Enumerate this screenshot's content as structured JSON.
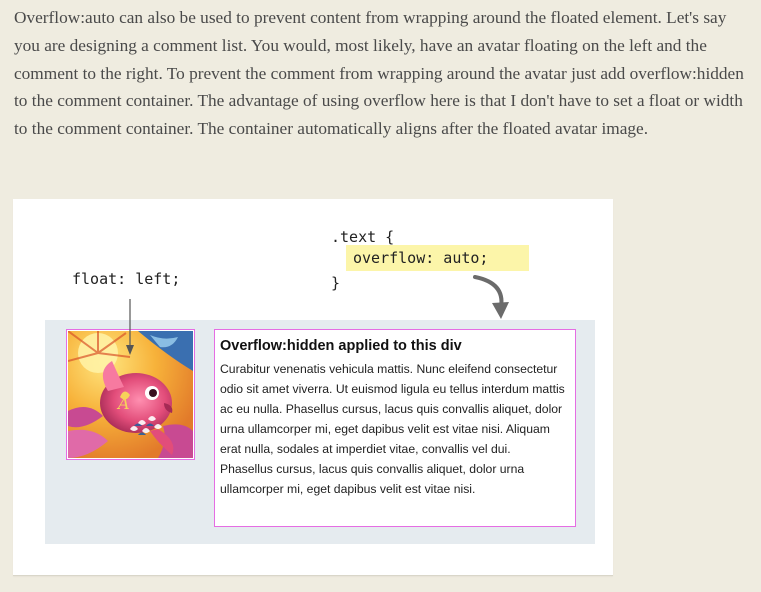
{
  "intro": {
    "text": "Overflow:auto can also be used to prevent content from wrapping around the floated element. Let's say you are designing a comment list. You would, most likely, have an avatar floating on the left and the comment to the right. To prevent the comment from wrapping around the avatar just add overflow:hidden to the comment container. The advantage of using overflow here is that I don't have to set a float or width to the comment container. The container automatically aligns after the floated avatar image."
  },
  "figure": {
    "float_code": "float: left;",
    "selector_code": ".text {",
    "overflow_code": "overflow: auto;",
    "brace_close": "}",
    "comment_title": "Overflow:hidden applied to this div",
    "comment_body": "Curabitur venenatis vehicula mattis. Nunc eleifend consectetur odio sit amet viverra. Ut euismod ligula eu tellus interdum mattis ac eu nulla. Phasellus cursus, lacus quis convallis aliquet, dolor urna ullamcorper mi, eget dapibus velit est vitae nisi. Aliquam erat nulla, sodales at imperdiet vitae, convallis vel dui. Phasellus cursus, lacus quis convallis aliquet, dolor urna ullamcorper mi, eget dapibus velit est vitae nisi.",
    "avatar_icon": "koi-fish-illustration",
    "colors": {
      "page_background": "#efece0",
      "highlight": "#fcf5a9",
      "demo_background": "#e5ebef",
      "outline": "#e56de3"
    }
  }
}
